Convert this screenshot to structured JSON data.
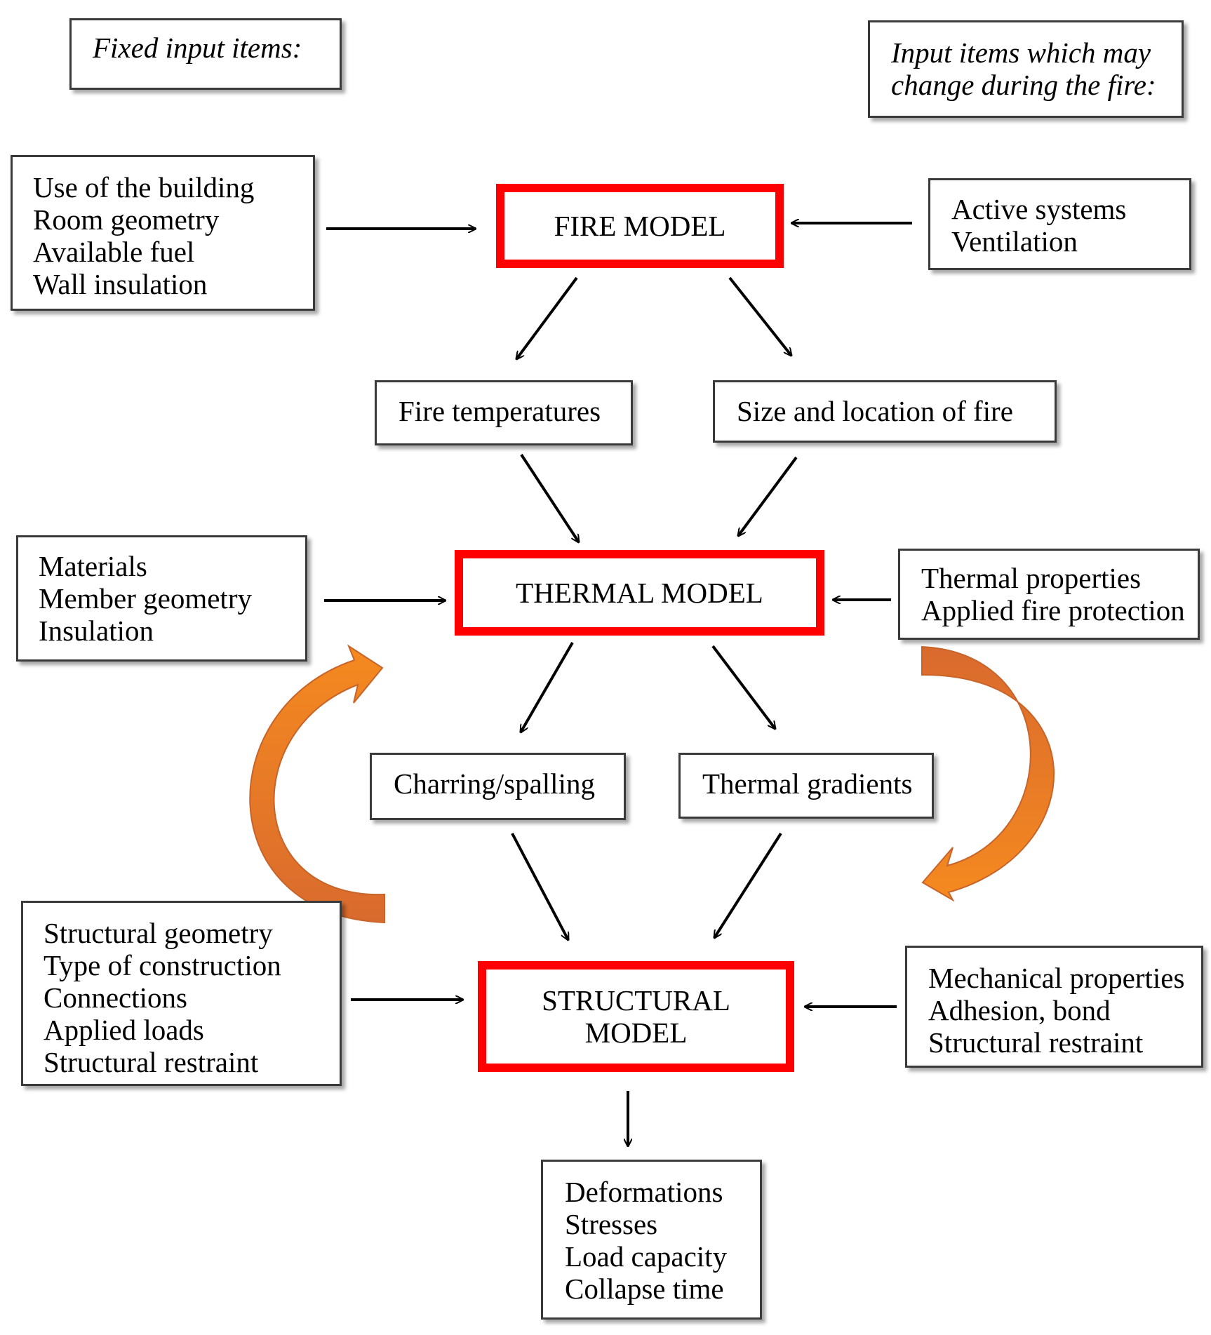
{
  "headings": {
    "fixed": "Fixed input items:",
    "changing": [
      "Input items which may",
      "change during the fire:"
    ]
  },
  "models": {
    "fire": [
      "FIRE MODEL"
    ],
    "thermal": [
      "THERMAL MODEL"
    ],
    "structural": [
      "STRUCTURAL",
      "MODEL"
    ]
  },
  "fixed_inputs": {
    "fire": [
      "Use of the building",
      "Room geometry",
      "Available fuel",
      "Wall insulation"
    ],
    "thermal": [
      "Materials",
      "Member geometry",
      "Insulation"
    ],
    "structural": [
      "Structural geometry",
      "Type of construction",
      "Connections",
      "Applied loads",
      "Structural restraint"
    ]
  },
  "variable_inputs": {
    "fire": [
      "Active systems",
      "Ventilation"
    ],
    "thermal": [
      "Thermal properties",
      "Applied fire protection"
    ],
    "structural": [
      "Mechanical properties",
      "Adhesion, bond",
      "Structural restraint"
    ]
  },
  "intermediate": {
    "fire_temperatures": "Fire temperatures",
    "size_location": "Size and location of fire",
    "charring": "Charring/spalling",
    "gradients": "Thermal gradients"
  },
  "outputs": [
    "Deformations",
    "Stresses",
    "Load capacity",
    "Collapse time"
  ],
  "colors": {
    "model_border": "#ff0000",
    "feedback_arrow": "#f07a22",
    "box_border": "#3a3a3a"
  }
}
